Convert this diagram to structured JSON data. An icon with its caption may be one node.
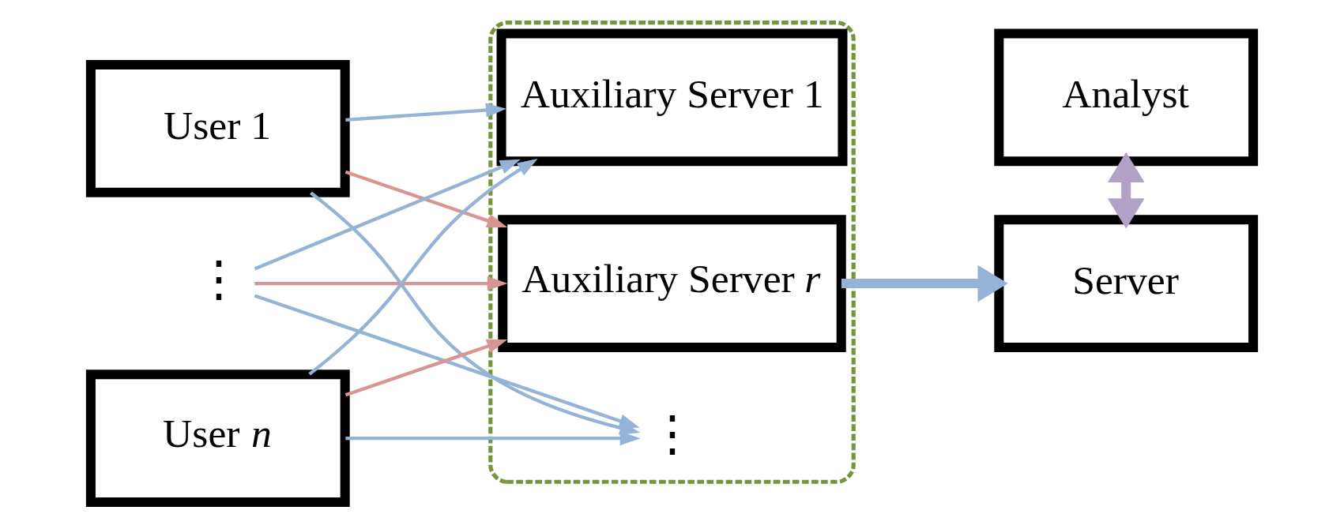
{
  "diagram": {
    "nodes": [
      {
        "text": [],
        "shape": "box"
      },
      {
        "text": [
          "User 1"
        ]
      },
      {
        "text": [
          "⋮"
        ]
      },
      {
        "text": [
          "User *n*"
        ]
      },
      {
        "text": [
          "Auxiliary Server 1"
        ],
        "in": 0
      },
      {
        "text": [
          "⋮"
        ],
        "in": 0
      },
      {
        "text": [
          "Auxiliary Server *r*"
        ],
        "in": 0
      },
      {
        "text": [
          "Analyst"
        ]
      },
      {
        "text": [
          "Server"
        ]
      }
    ],
    "edges": [
      {
        "from": 1,
        "to": 4,
        "arrow": "to"
      },
      {
        "from": 1,
        "to": 5,
        "arrow": "to"
      },
      {
        "from": 1,
        "to": 6,
        "arrow": "to",
        "color": "#d99594"
      },
      {
        "from": 2,
        "to": 4,
        "arrow": "to"
      },
      {
        "from": 2,
        "to": 5,
        "arrow": "to"
      },
      {
        "from": 2,
        "to": 6,
        "arrow": "to",
        "color": "#d99594"
      },
      {
        "from": 3,
        "to": 4,
        "arrow": "to"
      },
      {
        "from": 3,
        "to": 5,
        "arrow": "to"
      },
      {
        "from": 3,
        "to": 6,
        "arrow": "to",
        "color": "#d99594"
      },
      {
        "from": 6,
        "to": 8,
        "arrow": "to",
        "style": "thick"
      },
      {
        "from": 7,
        "to": 8,
        "arrow": "both",
        "style": "thick",
        "color": "#b3a2c7"
      }
    ]
  }
}
